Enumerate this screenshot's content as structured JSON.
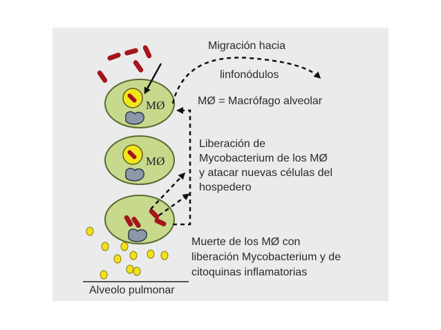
{
  "labels": {
    "migration_line1": "Migración hacia",
    "migration_line2": "linfonódulos",
    "mo_definition": "MØ = Macrófago alveolar",
    "release_line1": "Liberación  de",
    "release_line2": "Mycobacterium de los MØ",
    "release_line3": "y atacar nuevas células del",
    "release_line4": "hospedero",
    "death_line1": "Muerte de los MØ con",
    "death_line2": "liberación Mycobacterium y de",
    "death_line3": "citoquinas inflamatorias",
    "alveolus": "Alveolo pulmonar"
  },
  "cells": {
    "top_tag": "MØ",
    "middle_tag": "MØ"
  },
  "colors": {
    "panel": "#ebebeb",
    "cell_fill": "#c7d98c",
    "cell_stroke": "#5a6a30",
    "nucleus_fill": "#f4e61c",
    "bacteria": "#a5161c",
    "organelle": "#8b98a8",
    "cytokine": "#f2e21a"
  }
}
